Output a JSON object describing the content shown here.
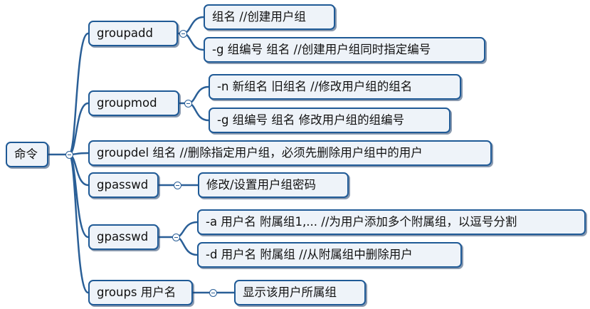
{
  "mindmap": {
    "root": {
      "label": "命令"
    },
    "branches": [
      {
        "label": "groupadd",
        "children": [
          "组名 //创建用户组",
          "-g 组编号 组名 //创建用户组同时指定编号"
        ]
      },
      {
        "label": "groupmod",
        "children": [
          "-n 新组名 旧组名 //修改用户组的组名",
          "-g 组编号 组名 修改用户组的组编号"
        ]
      },
      {
        "label": "groupdel 组名 //删除指定用户组，必须先删除用户组中的用户",
        "children": []
      },
      {
        "label": "gpasswd",
        "children": [
          "修改/设置用户组密码"
        ]
      },
      {
        "label": "gpasswd",
        "children": [
          "-a 用户名 附属组1,...  //为用户添加多个附属组，以逗号分割",
          "-d 用户名 附属组 //从附属组中删除用户"
        ]
      },
      {
        "label": "groups 用户名",
        "children": [
          "显示该用户所属组"
        ]
      }
    ]
  },
  "colors": {
    "node_border": "#1f5a96",
    "node_fill": "#eef3f9",
    "connector": "#2a5f97",
    "text": "#111111"
  }
}
